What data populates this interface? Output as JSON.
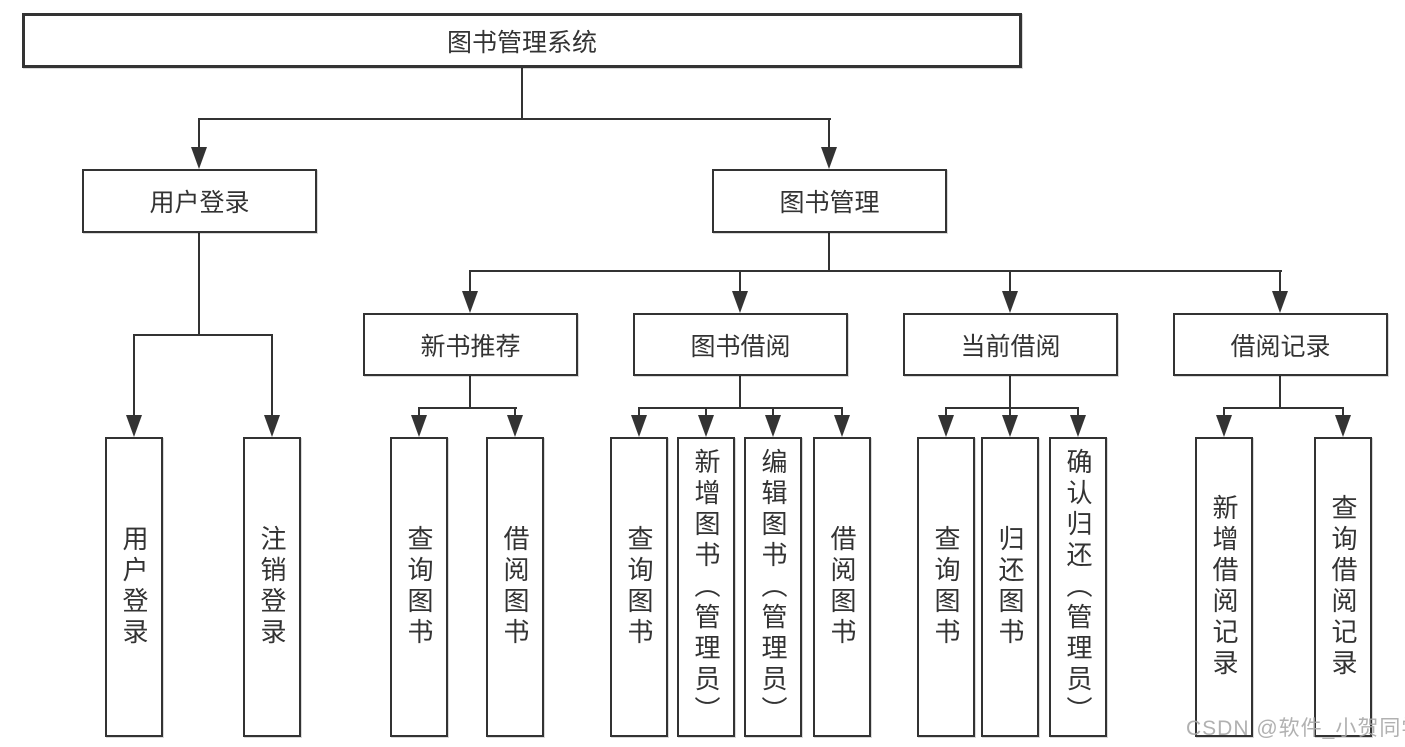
{
  "watermark": {
    "text": "CSDN @软件_小贺同学",
    "color": "#a8a8a8"
  },
  "colors": {
    "line": "#333333",
    "background": "#ffffff",
    "box_border": "#333333"
  },
  "diagram": {
    "root": {
      "label": "图书管理系统"
    },
    "branches": [
      {
        "label": "用户登录",
        "children": [
          {
            "label": "用户登录"
          },
          {
            "label": "注销登录"
          }
        ]
      },
      {
        "label": "图书管理",
        "children": [
          {
            "label": "新书推荐",
            "children": [
              {
                "label": "查询图书"
              },
              {
                "label": "借阅图书"
              }
            ]
          },
          {
            "label": "图书借阅",
            "children": [
              {
                "label": "查询图书"
              },
              {
                "label": "新增图书（管理员）"
              },
              {
                "label": "编辑图书（管理员）"
              },
              {
                "label": "借阅图书"
              }
            ]
          },
          {
            "label": "当前借阅",
            "children": [
              {
                "label": "查询图书"
              },
              {
                "label": "归还图书"
              },
              {
                "label": "确认归还（管理员）"
              }
            ]
          },
          {
            "label": "借阅记录",
            "children": [
              {
                "label": "新增借阅记录"
              },
              {
                "label": "查询借阅记录"
              }
            ]
          }
        ]
      }
    ]
  }
}
